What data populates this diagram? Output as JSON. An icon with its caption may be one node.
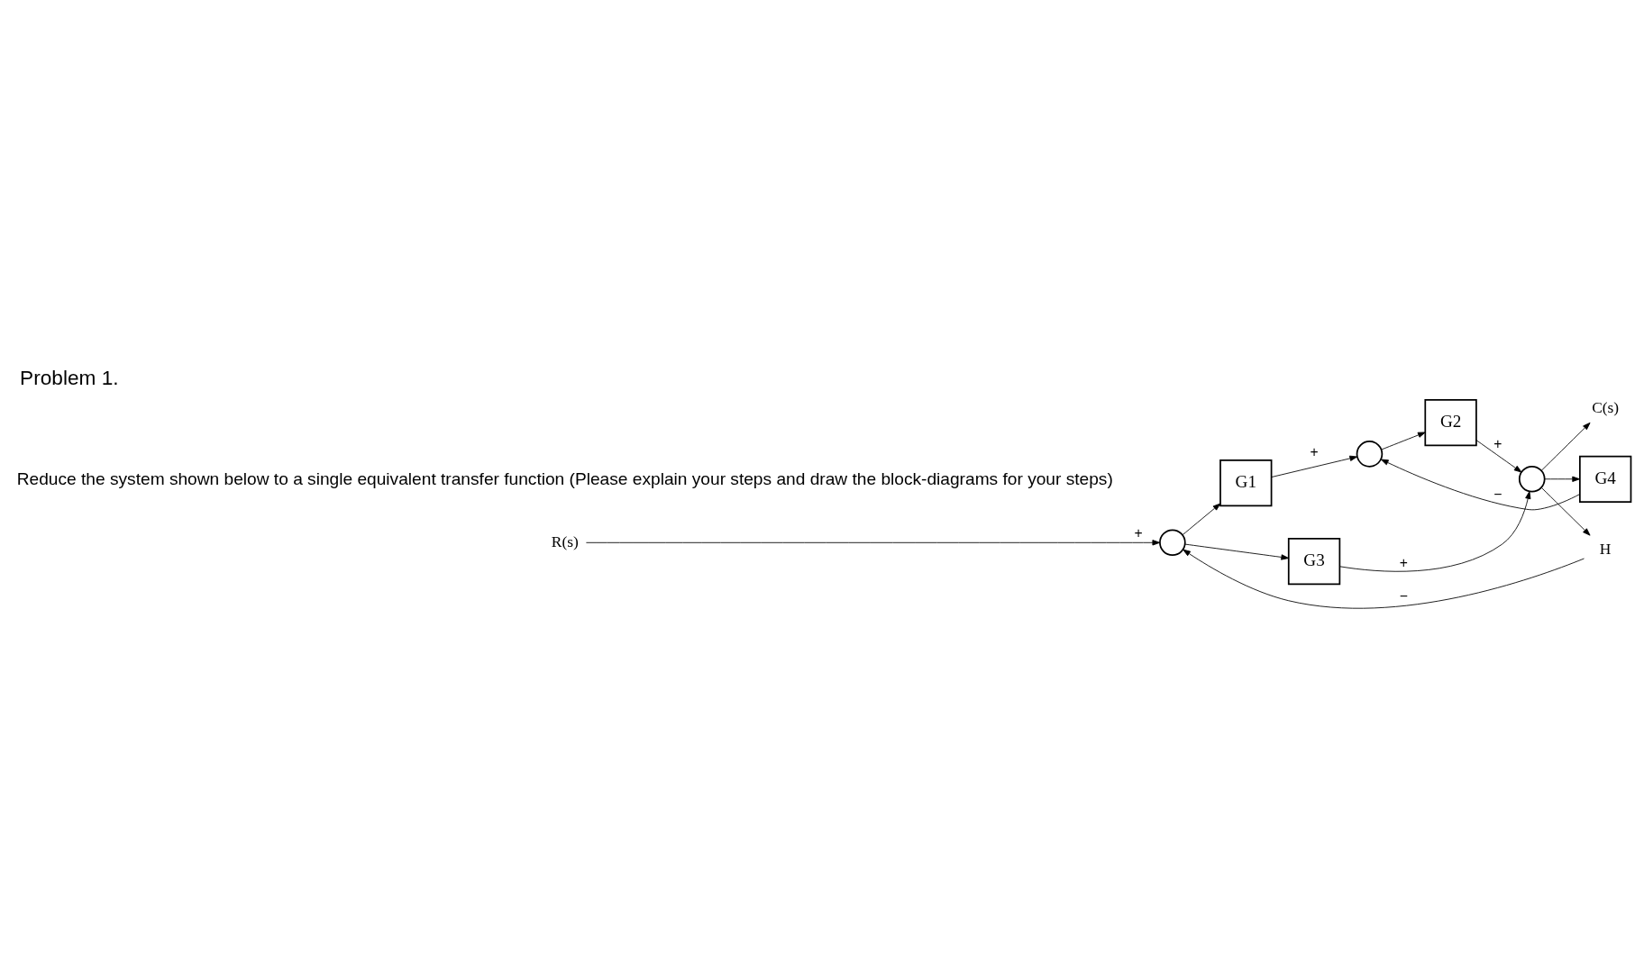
{
  "diagram": {
    "title": "Problem 1.",
    "nodes": [
      {
        "text": [
          "R(s)"
        ]
      },
      {
        "text": [],
        "shape": "circle"
      },
      {
        "text": [
          "G1"
        ]
      },
      {
        "text": [
          "G3"
        ]
      },
      {
        "text": [],
        "shape": "circle"
      },
      {
        "text": [
          "G2"
        ]
      },
      {
        "text": [],
        "shape": "circle"
      },
      {
        "text": [
          "C(s)"
        ]
      },
      {
        "text": [
          "G4"
        ]
      },
      {
        "text": [
          "H"
        ]
      }
    ],
    "edges": [
      {
        "from": 0,
        "to": 1,
        "arrow": "to",
        "label": "+"
      },
      {
        "from": 1,
        "to": 2,
        "arrow": "to"
      },
      {
        "from": 1,
        "to": 3,
        "arrow": "to"
      },
      {
        "from": 2,
        "to": 4,
        "arrow": "to",
        "label": "+"
      },
      {
        "from": 4,
        "to": 5,
        "arrow": "to"
      },
      {
        "from": 3,
        "to": 6,
        "arrow": "to",
        "label": "+"
      },
      {
        "from": 5,
        "to": 6,
        "arrow": "to",
        "label": "+"
      },
      {
        "from": 6,
        "to": 7,
        "arrow": "to"
      },
      {
        "from": 6,
        "to": 8,
        "arrow": "to"
      },
      {
        "from": 6,
        "to": 9,
        "arrow": "to"
      },
      {
        "from": 8,
        "to": 4,
        "arrow": "to",
        "label": "−"
      },
      {
        "from": 9,
        "to": 1,
        "arrow": "to",
        "label": "−"
      }
    ],
    "labels": [
      "Reduce the system shown below to a single equivalent transfer function (Please explain your steps and draw the block-diagrams for your steps)"
    ]
  }
}
